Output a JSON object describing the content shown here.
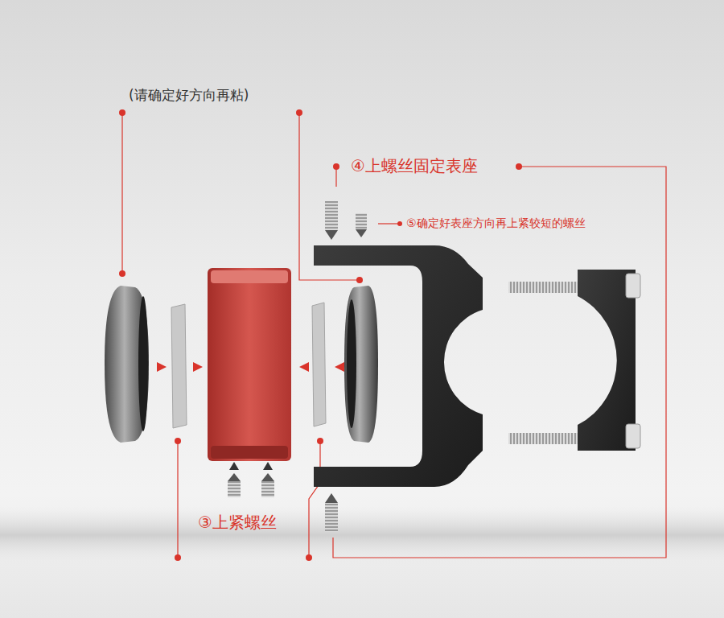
{
  "diagram": {
    "labels": [
      "(请确定好方向再粘)",
      "④上螺丝固定表座",
      "⑤确定好表座方向再上紧较短的螺丝",
      "③上紧螺丝"
    ]
  }
}
